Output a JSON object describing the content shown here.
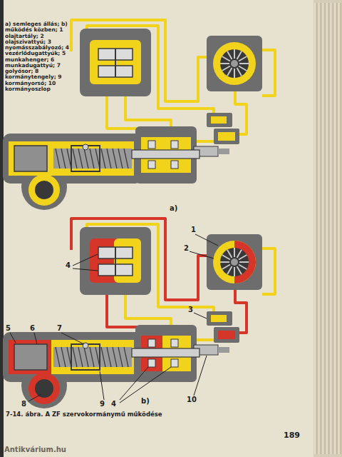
{
  "diagram": {
    "caption": "7-14. ábra. A ZF szervokormánymű működése",
    "labels": [
      "a) semleges állás; b) működés közben; 1 olajtartály; 2 olajszivattyú; 3 nyomásszabályozó; 4 vezérlődugattyúk; 5 munkahenger; 6 munkadugattyú; 7 golyósor; 8 kormánytengely; 9 kormányorsó; 10 kormányoszlop",
      "a)",
      "1",
      "2",
      "4",
      "3",
      "5",
      "6",
      "7",
      "4",
      "8",
      "9",
      "10",
      "b)",
      "189",
      "Antikvárium.hu"
    ]
  }
}
